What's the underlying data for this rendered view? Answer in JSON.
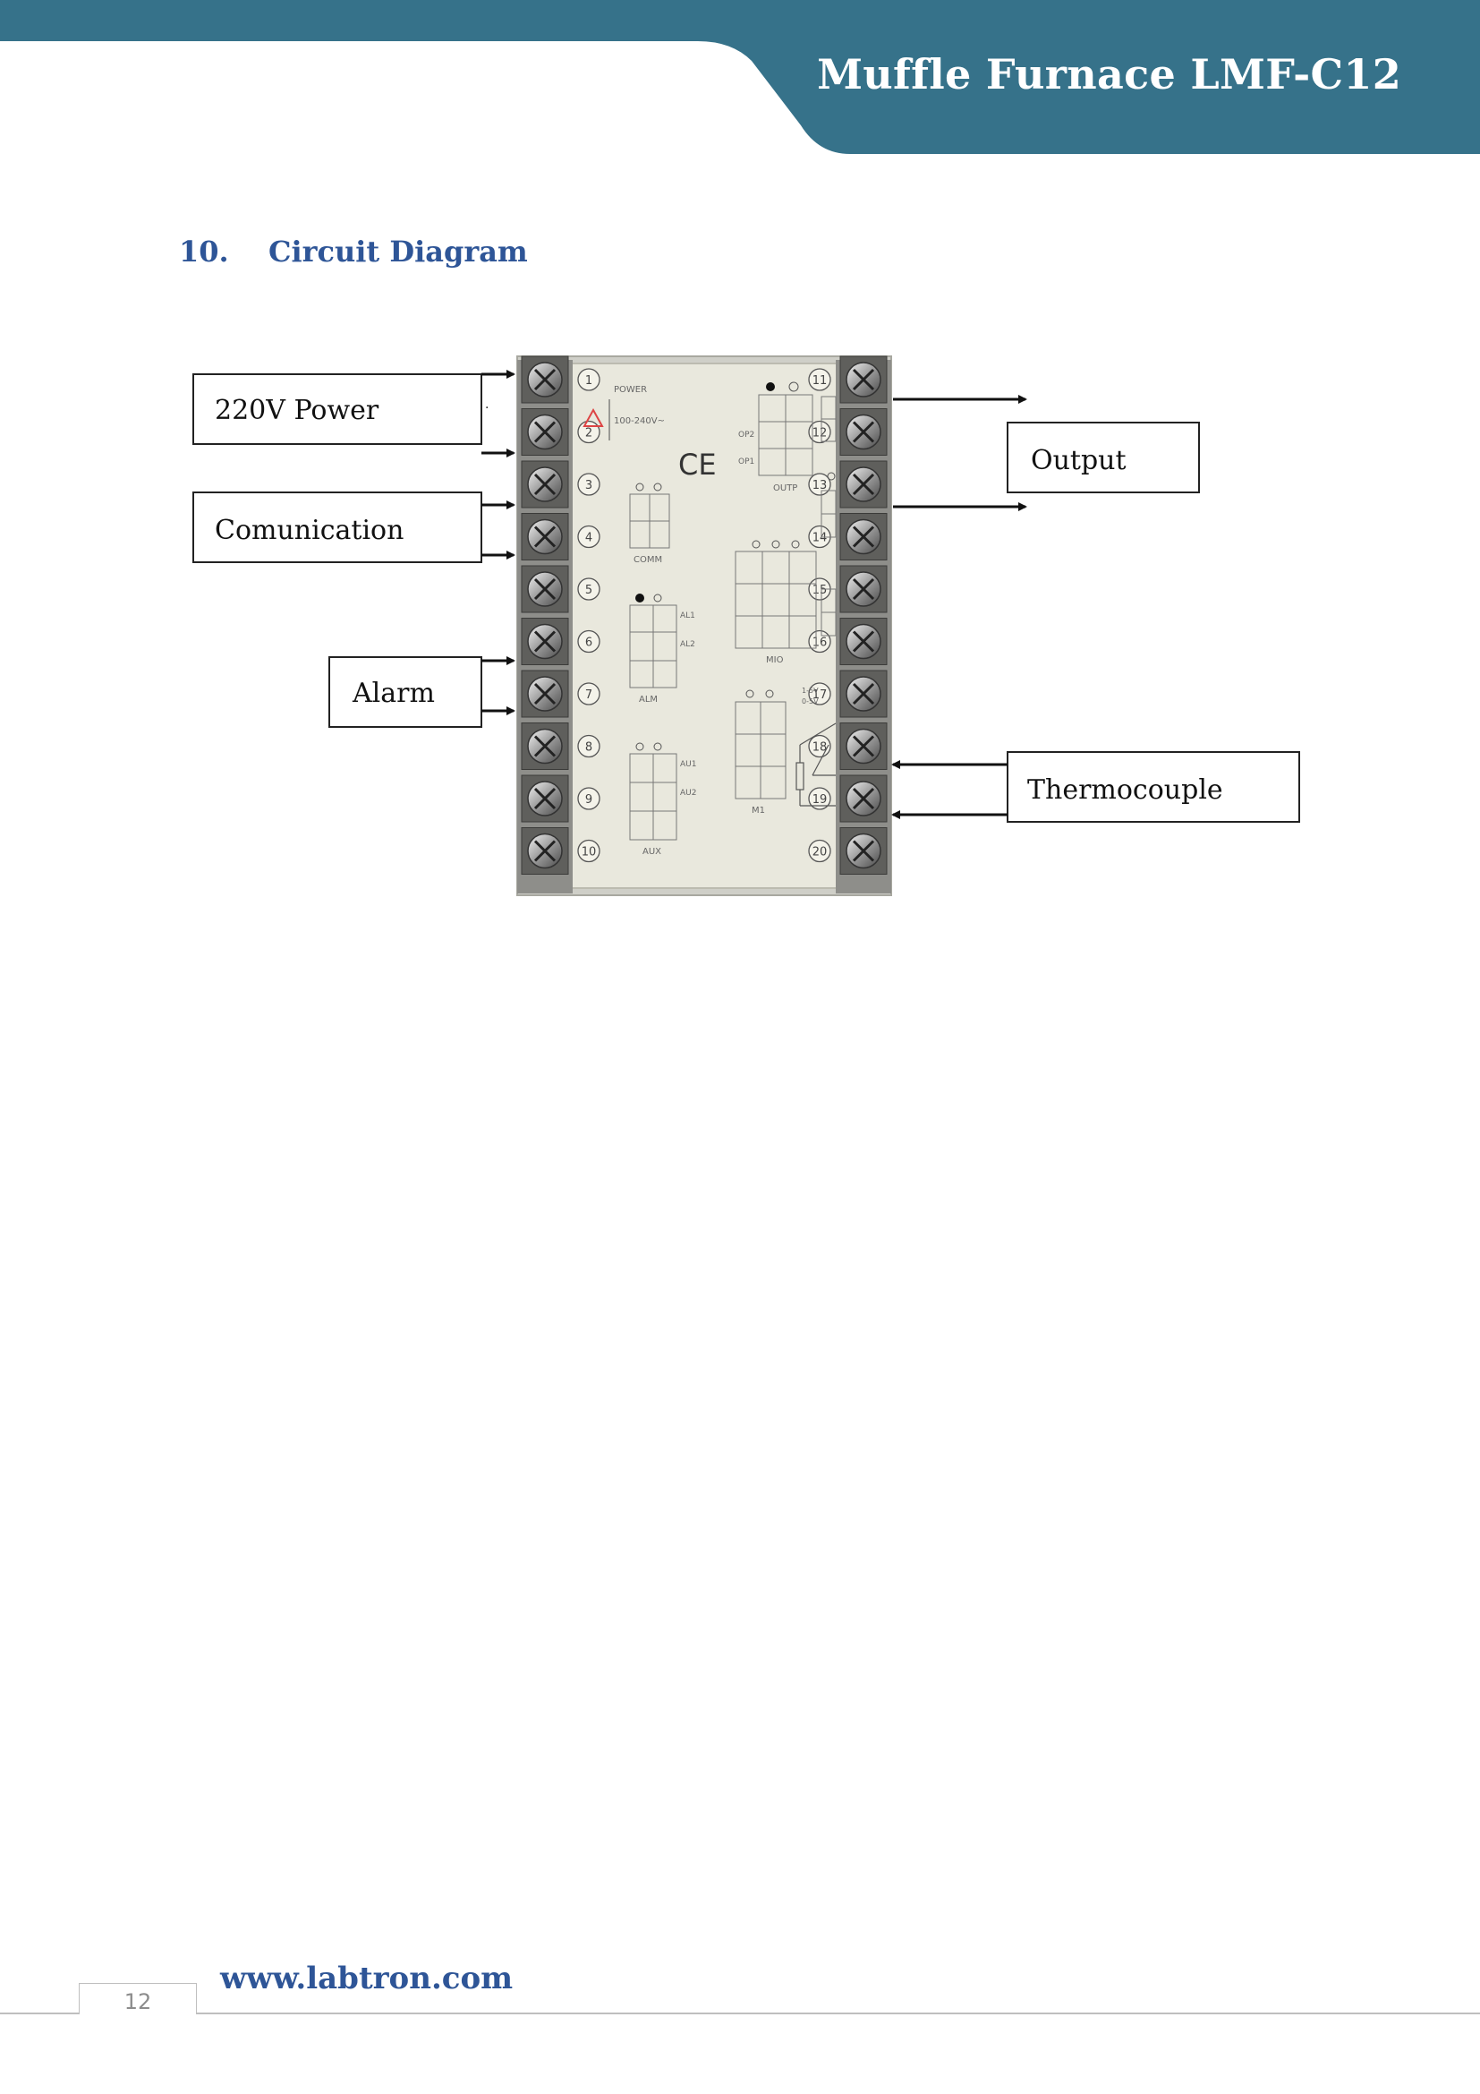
{
  "header": {
    "title": "Muffle Furnace LMF-C12",
    "band_color": "#36728a"
  },
  "section": {
    "number": "10.",
    "title": "Circuit Diagram"
  },
  "diagram": {
    "callouts": {
      "power": "220V Power",
      "communication": "Comunication",
      "alarm": "Alarm",
      "output": "Output",
      "thermocouple": "Thermocouple"
    },
    "left_terminals": [
      "1",
      "2",
      "3",
      "4",
      "5",
      "6",
      "7",
      "8",
      "9",
      "10"
    ],
    "right_terminals": [
      "11",
      "12",
      "13",
      "14",
      "15",
      "16",
      "17",
      "18",
      "19",
      "20"
    ],
    "panel_labels": {
      "power": "POWER",
      "voltage": "100-240V~",
      "ce": "CE",
      "comm": "COMM",
      "alm": "ALM",
      "aux": "AUX",
      "outp": "OUTP",
      "mio": "MIO",
      "m1": "M1",
      "al1": "AL1",
      "al2": "AL2",
      "au1": "AU1",
      "au2": "AU2",
      "op1": "OP1",
      "op2": "OP2",
      "range_a": "1-5V",
      "range_b": "0-5V"
    }
  },
  "footer": {
    "url": "www.labtron.com",
    "page_number": "12"
  }
}
